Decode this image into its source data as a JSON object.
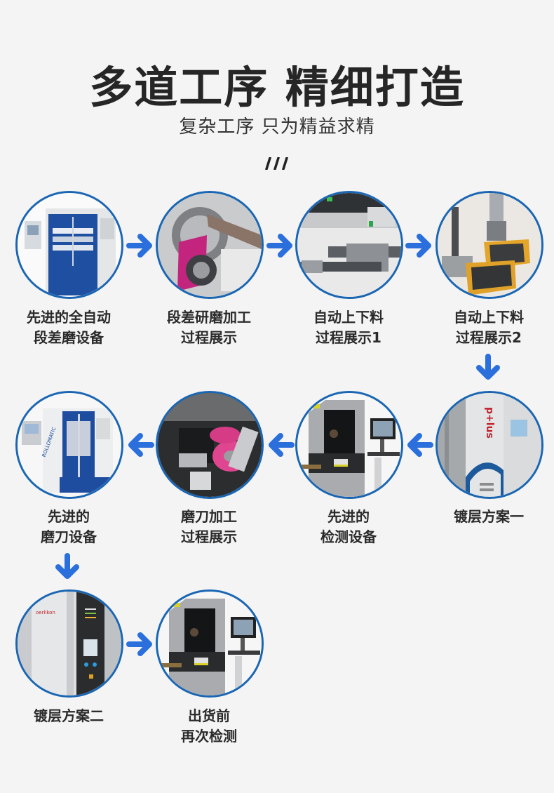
{
  "header": {
    "title": "多道工序  精细打造",
    "subtitle": "复杂工序 只为精益求精",
    "decoration": "///"
  },
  "colors": {
    "accent_blue": "#2a6fdc",
    "circle_border": "#1a66b3",
    "background": "#f4f4f4",
    "text": "#2b2b2b"
  },
  "steps": [
    {
      "id": 1,
      "lines": [
        "先进的全自动",
        "段差磨设备"
      ],
      "image": "automatic-step-grinding-machine-photo"
    },
    {
      "id": 2,
      "lines": [
        "段差研磨加工",
        "过程展示"
      ],
      "image": "step-grinding-process-photo"
    },
    {
      "id": 3,
      "lines": [
        "自动上下料",
        "过程展示1"
      ],
      "image": "auto-loading-process-1-photo"
    },
    {
      "id": 4,
      "lines": [
        "自动上下料",
        "过程展示2"
      ],
      "image": "auto-loading-process-2-photo"
    },
    {
      "id": 5,
      "lines": [
        "镀层方案一"
      ],
      "image": "coating-machine-1-photo"
    },
    {
      "id": 6,
      "lines": [
        "先进的",
        "检测设备"
      ],
      "image": "inspection-machine-photo"
    },
    {
      "id": 7,
      "lines": [
        "磨刀加工",
        "过程展示"
      ],
      "image": "tool-grinding-process-photo"
    },
    {
      "id": 8,
      "lines": [
        "先进的",
        "磨刀设备"
      ],
      "image": "tool-grinding-machine-photo"
    },
    {
      "id": 9,
      "lines": [
        "镀层方案二"
      ],
      "image": "coating-machine-2-photo"
    },
    {
      "id": 10,
      "lines": [
        "出货前",
        "再次检测"
      ],
      "image": "final-inspection-machine-photo"
    }
  ],
  "arrows": [
    {
      "from": 1,
      "to": 2,
      "direction": "right"
    },
    {
      "from": 2,
      "to": 3,
      "direction": "right"
    },
    {
      "from": 3,
      "to": 4,
      "direction": "right"
    },
    {
      "from": 4,
      "to": 5,
      "direction": "down"
    },
    {
      "from": 5,
      "to": 6,
      "direction": "left"
    },
    {
      "from": 6,
      "to": 7,
      "direction": "left"
    },
    {
      "from": 7,
      "to": 8,
      "direction": "left"
    },
    {
      "from": 8,
      "to": 9,
      "direction": "down"
    },
    {
      "from": 9,
      "to": 10,
      "direction": "right"
    }
  ]
}
